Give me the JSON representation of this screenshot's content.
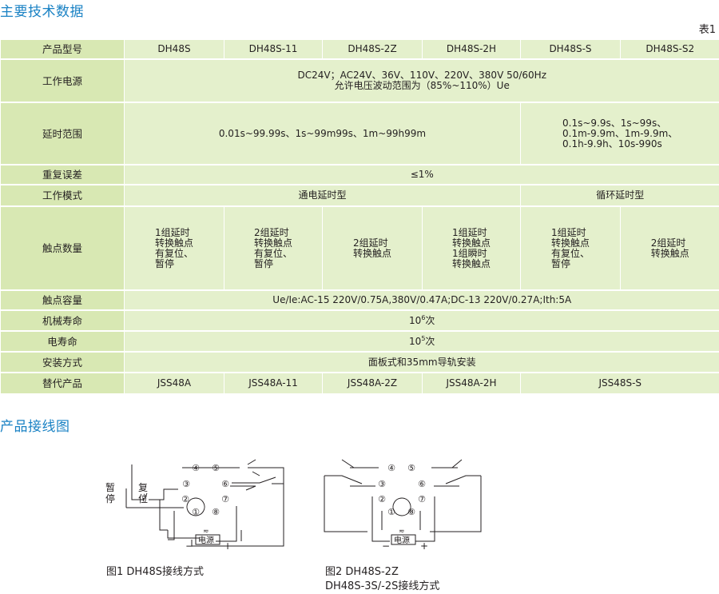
{
  "headings": {
    "specs": "主要技术数据",
    "wiring": "产品接线图"
  },
  "table_label": "表1",
  "table": {
    "models_label": "产品型号",
    "models": [
      "DH48S",
      "DH48S-11",
      "DH48S-2Z",
      "DH48S-2H",
      "DH48S-S",
      "DH48S-S2"
    ],
    "power": {
      "label": "工作电源",
      "line1": "DC24V；AC24V、36V、110V、220V、380V 50/60Hz",
      "line2": "允许电压波动范围为（85%~110%）Ue"
    },
    "delay": {
      "label": "延时范围",
      "main": "0.01s~99.99s、1s~99m99s、1m~99h99m",
      "alt_line1": "0.1s~9.9s、1s~99s、",
      "alt_line2": "0.1m-9.9m、1m-9.9m、",
      "alt_line3": "0.1h-9.9h、10s-990s"
    },
    "repeat_error": {
      "label": "重复误差",
      "value": "≤1%"
    },
    "mode": {
      "label": "工作模式",
      "power_on": "通电延时型",
      "cycle": "循环延时型"
    },
    "contacts": {
      "label": "触点数量",
      "cells": [
        [
          "1组延时",
          "转换触点",
          "有复位、",
          "暂停"
        ],
        [
          "2组延时",
          "转换触点",
          "有复位、",
          "暂停"
        ],
        [
          "2组延时",
          "转换触点"
        ],
        [
          "1组延时",
          "转换触点",
          "1组瞬时",
          "转换触点"
        ],
        [
          "1组延时",
          "转换触点",
          "有复位、",
          "暂停"
        ],
        [
          "2组延时",
          "转换触点"
        ]
      ]
    },
    "capacity": {
      "label": "触点容量",
      "value": "Ue/Ie:AC-15 220V/0.75A,380V/0.47A;DC-13 220V/0.27A;Ith:5A"
    },
    "mech_life": {
      "label": "机械寿命",
      "base": "10",
      "exp": "6",
      "unit": "次"
    },
    "elec_life": {
      "label": "电寿命",
      "base": "10",
      "exp": "5",
      "unit": "次"
    },
    "install": {
      "label": "安装方式",
      "value": "面板式和35mm导轨安装"
    },
    "replace": {
      "label": "替代产品",
      "values": [
        "JSS48A",
        "JSS48A-11",
        "JSS48A-2Z",
        "JSS48A-2H",
        "JSS48S-S"
      ]
    }
  },
  "diagram1": {
    "pins": [
      "④",
      "⑤",
      "③",
      "⑥",
      "②",
      "⑦",
      "①",
      "⑧"
    ],
    "pause_chars": [
      "暂",
      "停"
    ],
    "reset_chars": [
      "复",
      "位"
    ],
    "supply": "电源",
    "minus": "−",
    "plus": "+",
    "caption": "图1 DH48S接线方式"
  },
  "diagram2": {
    "pins": [
      "④",
      "⑤",
      "③",
      "⑥",
      "②",
      "⑦",
      "①",
      "⑧"
    ],
    "supply": "电源",
    "minus": "−",
    "plus": "+",
    "caption_line1": "图2 DH48S-2Z",
    "caption_line2": "DH48S-3S/-2S接线方式"
  },
  "colors": {
    "heading": "#1a82c4",
    "cell_bg": "#e4f0cc",
    "label_bg": "#d8e8b3"
  }
}
